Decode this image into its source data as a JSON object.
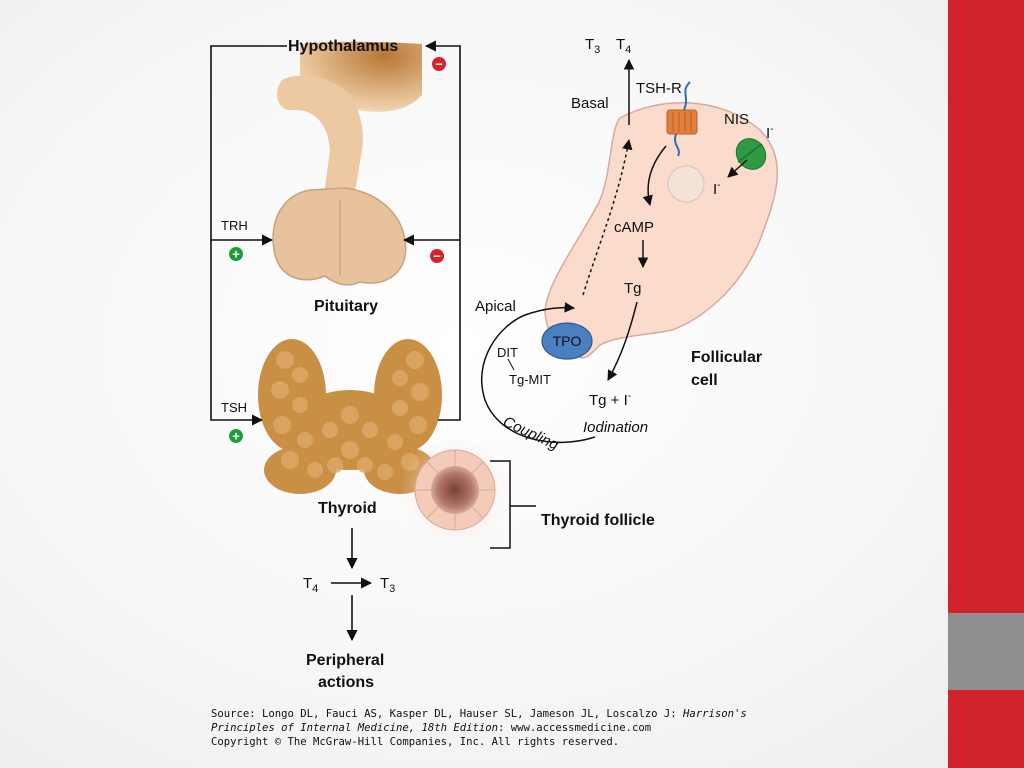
{
  "sidebar": {
    "accent_color": "#d0232b",
    "band_color": "#8f8f8f"
  },
  "figure": {
    "labels": {
      "hypothalamus": "Hypothalamus",
      "pituitary": "Pituitary",
      "thyroid": "Thyroid",
      "thyroid_follicle": "Thyroid follicle",
      "peripheral_1": "Peripheral",
      "peripheral_2": "actions",
      "trh": "TRH",
      "tsh": "TSH",
      "t4_main": "T",
      "t4_sub": "4",
      "t3_main": "T",
      "t3_sub": "3",
      "top_t3_main": "T",
      "top_t3_sub": "3",
      "top_t4_main": "T",
      "top_t4_sub": "4",
      "basal": "Basal",
      "tsh_r": "TSH-R",
      "nis": "NIS",
      "iodide_out": "I",
      "iodide_out_sup": "-",
      "iodide_in": "I",
      "iodide_in_sup": "-",
      "camp": "cAMP",
      "tg": "Tg",
      "apical": "Apical",
      "tpo": "TPO",
      "dit": "DIT",
      "tg_mit": "Tg-MIT",
      "tg_plus_i": "Tg  +  I",
      "tg_plus_i_sup": "-",
      "coupling": "Coupling",
      "iodination": "Iodination",
      "follicular_1": "Follicular",
      "follicular_2": "cell",
      "plus": "+",
      "minus": "−"
    },
    "colors": {
      "positive": "#1e9e3a",
      "negative": "#d8202a",
      "hypothalamus": "#d49a5c",
      "pituitary": "#e8c29c",
      "thyroid": "#c98f45",
      "follicular_cell": "#fbdccc",
      "tpo": "#4a7fc2",
      "nis": "#2f9a43",
      "tsh_r": "#e0803a"
    }
  },
  "citation": {
    "line1_prefix": "Source: Longo DL, Fauci AS, Kasper DL, Hauser SL, Jameson JL, Loscalzo J: ",
    "line1_italic": "Harrison's",
    "line2_italic": "Principles of Internal Medicine, 18th Edition",
    "line2_suffix": ": www.accessmedicine.com",
    "line3": "Copyright © The McGraw-Hill Companies, Inc. All rights reserved."
  }
}
